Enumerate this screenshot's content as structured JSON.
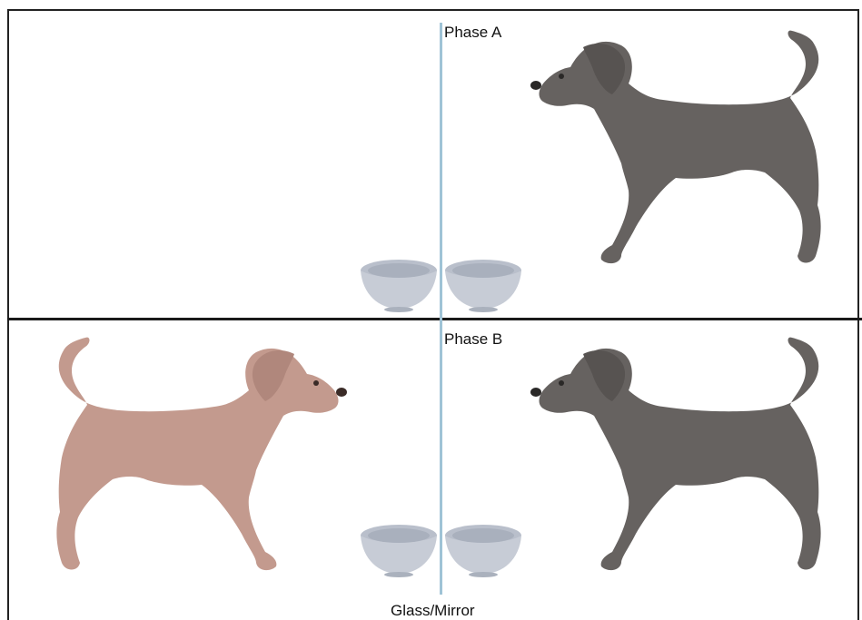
{
  "phase_a": {
    "label": "Phase A"
  },
  "phase_b": {
    "label": "Phase B"
  },
  "barrier": {
    "label": "Glass/Mirror"
  },
  "colors": {
    "gray_dog": "#666260",
    "gray_dog_shade": "#575351",
    "pink_dog": "#c39a8e",
    "pink_dog_shade": "#b0877c",
    "bowl": "#c7ccd6",
    "bowl_inner": "#a9b0bd",
    "glass": "#9fc3d6"
  },
  "icons": [
    "dog-icon",
    "bowl-icon"
  ]
}
